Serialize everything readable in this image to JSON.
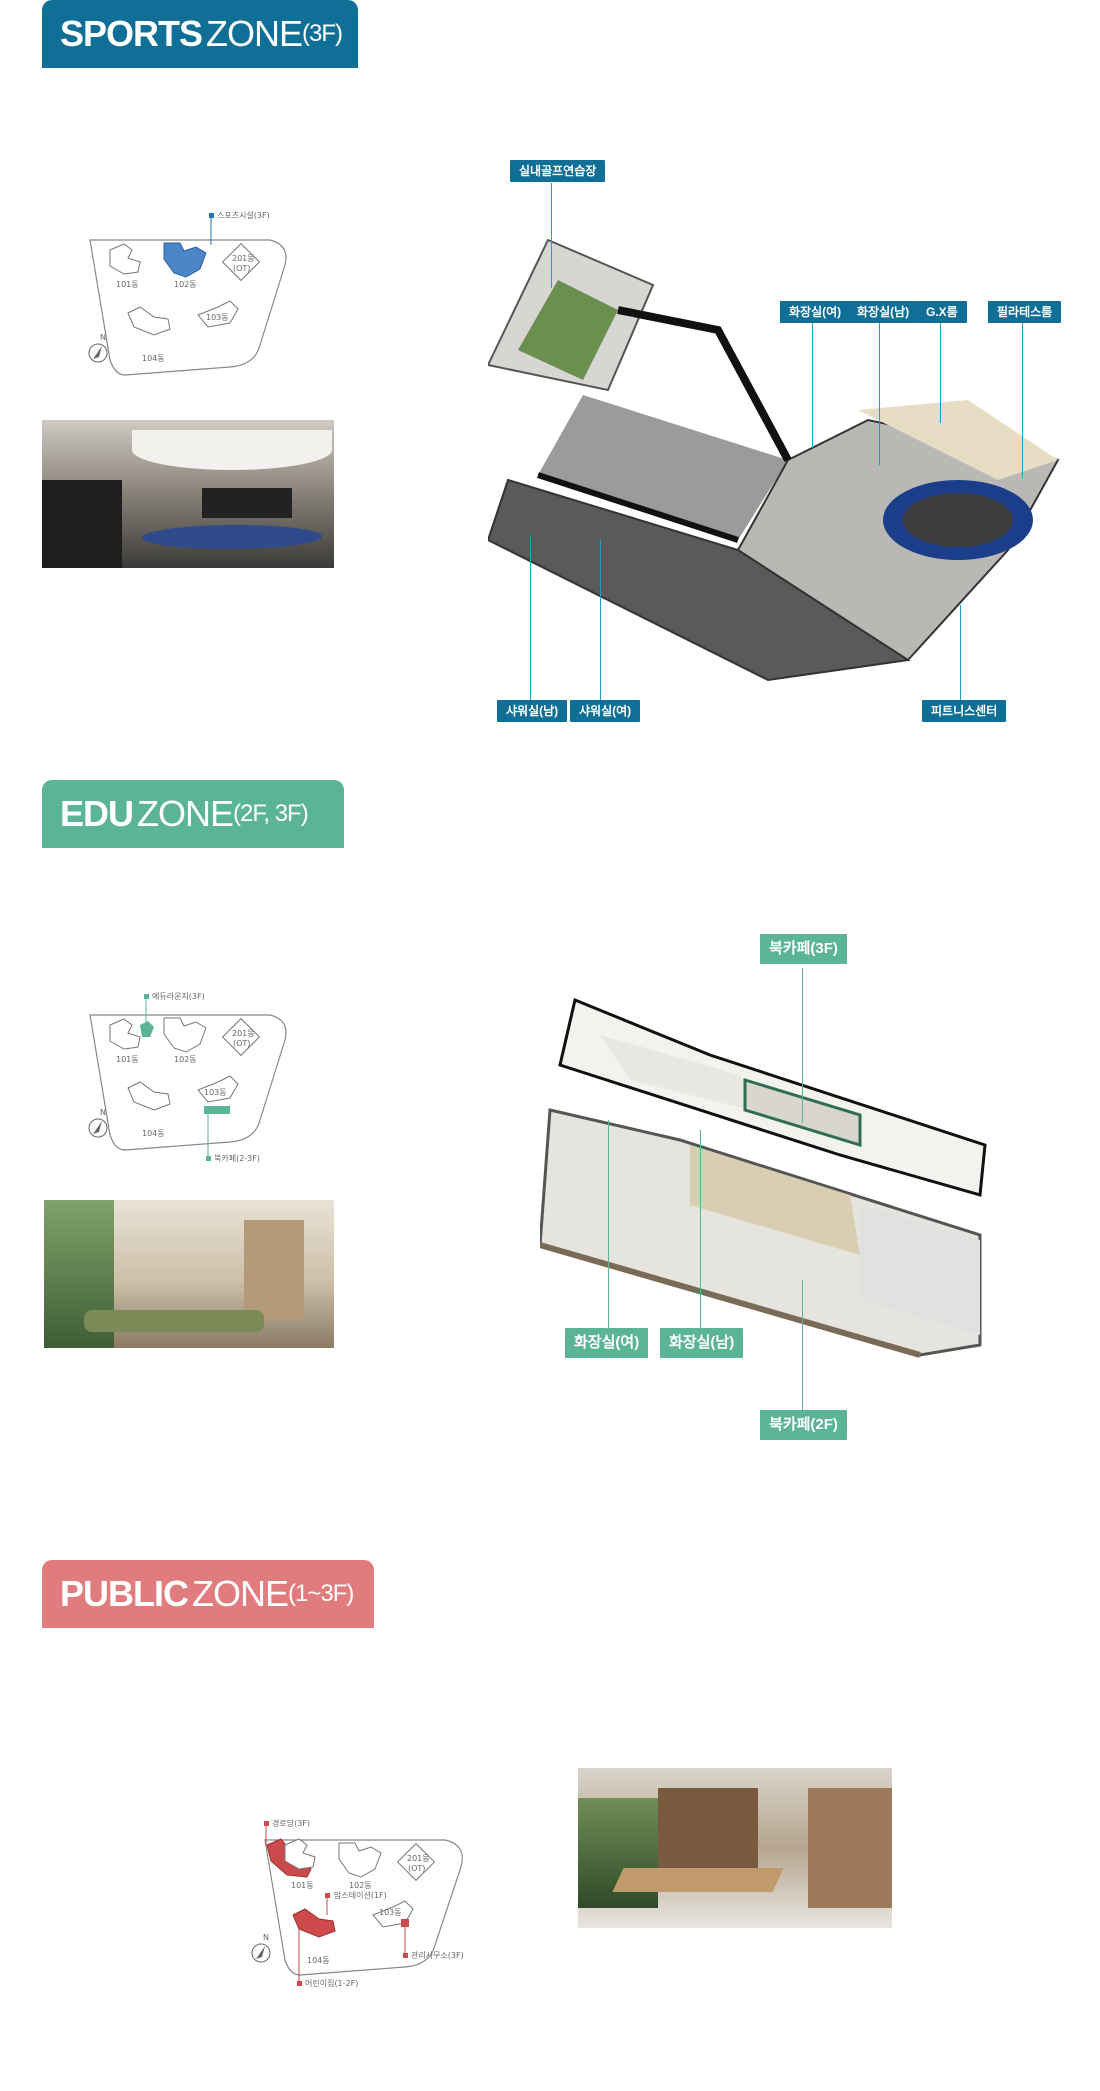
{
  "colors": {
    "sports": "#0f6f96",
    "edu": "#5ab495",
    "public": "#e07c7e"
  },
  "sports": {
    "header": {
      "bold": "SPORTS",
      "word": "ZONE",
      "floor": "(3F)"
    },
    "map": {
      "tag": "스포츠시설(3F)",
      "b101": "101동",
      "b102": "102동",
      "b103": "103동",
      "b104": "104동",
      "b201a": "201동",
      "b201b": "(OT)",
      "north": "N"
    },
    "tags": [
      "실내골프연습장",
      "화장실(여)",
      "화장실(남)",
      "G.X룸",
      "필라테스룸",
      "샤워실(남)",
      "샤워실(여)",
      "피트니스센터"
    ]
  },
  "edu": {
    "header": {
      "bold": "EDU",
      "word": "ZONE",
      "floor": "(2F, 3F)"
    },
    "map": {
      "tag1": "에듀라운지(3F)",
      "tag2": "북카페(2-3F)",
      "b101": "101동",
      "b102": "102동",
      "b103": "103동",
      "b104": "104동",
      "b201a": "201동",
      "b201b": "(OT)",
      "north": "N"
    },
    "tags": [
      "북카페(3F)",
      "화장실(여)",
      "화장실(남)",
      "북카페(2F)"
    ]
  },
  "public": {
    "header": {
      "bold": "PUBLIC",
      "word": "ZONE",
      "floor": "(1~3F)"
    },
    "map": {
      "tag1": "경로당(3F)",
      "tag2": "맘스테이션(1F)",
      "tag3": "관리사무소(3F)",
      "tag4": "어린이집(1-2F)",
      "b101": "101동",
      "b102": "102동",
      "b103": "103동",
      "b104": "104동",
      "b201a": "201동",
      "b201b": "(OT)",
      "north": "N"
    }
  }
}
